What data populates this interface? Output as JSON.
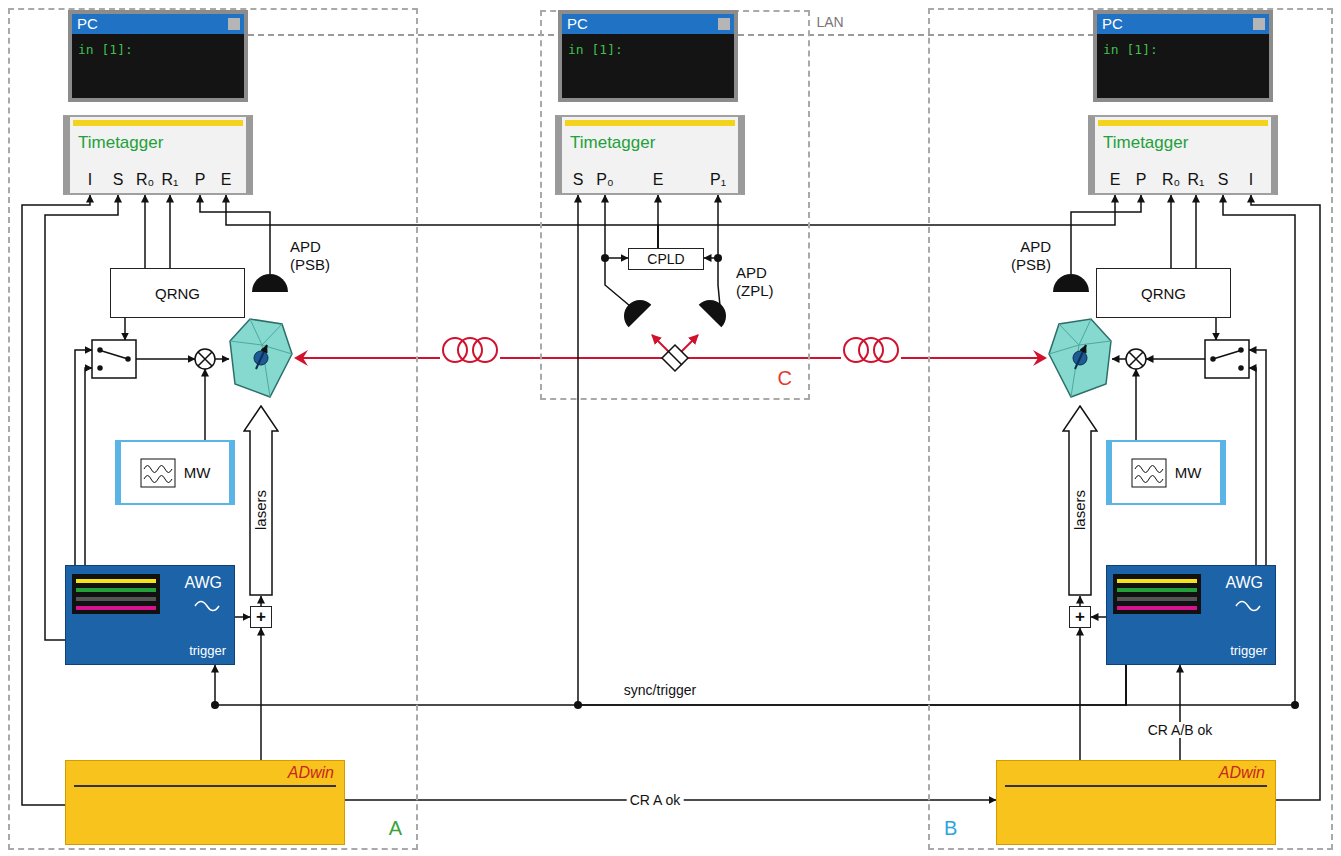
{
  "diagram": {
    "nodes": [
      {
        "text": [
          "A"
        ]
      },
      {
        "text": [
          "PC",
          "in [1]:"
        ],
        "in": 0
      },
      {
        "text": [
          "Timetagger",
          "I",
          "S",
          "R₀",
          "R₁",
          "P",
          "E"
        ],
        "in": 0
      },
      {
        "text": [
          "QRNG"
        ],
        "in": 0
      },
      {
        "text": [
          "MW"
        ],
        "in": 0
      },
      {
        "text": [
          "lasers"
        ],
        "in": 0
      },
      {
        "text": [
          "AWG",
          "trigger"
        ],
        "in": 0
      },
      {
        "text": [
          "+"
        ],
        "in": 0
      },
      {
        "text": [
          "ADwin"
        ],
        "in": 0
      },
      {
        "text": [
          "C"
        ]
      },
      {
        "text": [
          "PC",
          "in [1]:"
        ],
        "in": 9
      },
      {
        "text": [
          "Timetagger",
          "S",
          "P₀",
          "E",
          "P₁"
        ],
        "in": 9
      },
      {
        "text": [
          "CPLD"
        ],
        "in": 9
      },
      {
        "text": [
          "B"
        ]
      },
      {
        "text": [
          "PC",
          "in [1]:"
        ],
        "in": 13
      },
      {
        "text": [
          "Timetagger",
          "E",
          "P",
          "R₀",
          "R₁",
          "S",
          "I"
        ],
        "in": 13
      },
      {
        "text": [
          "QRNG"
        ],
        "in": 13
      },
      {
        "text": [
          "MW"
        ],
        "in": 13
      },
      {
        "text": [
          "lasers"
        ],
        "in": 13
      },
      {
        "text": [
          "AWG",
          "trigger"
        ],
        "in": 13
      },
      {
        "text": [
          "+"
        ],
        "in": 13
      },
      {
        "text": [
          "ADwin"
        ],
        "in": 13
      }
    ],
    "edges": [
      {
        "from": 1,
        "to": 10,
        "arrow": "none"
      },
      {
        "from": 10,
        "to": 14,
        "arrow": "none",
        "label": "LAN"
      },
      {
        "from": 3,
        "to": 2,
        "arrow": "to"
      },
      {
        "from": 3,
        "to": 2,
        "arrow": "to"
      },
      {
        "from": 8,
        "to": 2,
        "arrow": "to"
      },
      {
        "from": 6,
        "to": 2,
        "arrow": "to"
      },
      {
        "from": 6,
        "to": 7,
        "arrow": "to"
      },
      {
        "from": 8,
        "to": 7,
        "arrow": "to"
      },
      {
        "from": 7,
        "to": 5,
        "arrow": "to"
      },
      {
        "from": 8,
        "to": 21,
        "arrow": "to",
        "label": "CR A ok"
      },
      {
        "from": 12,
        "to": 11,
        "arrow": "to"
      },
      {
        "from": 12,
        "to": 2,
        "arrow": "to"
      },
      {
        "from": 12,
        "to": 15,
        "arrow": "to"
      },
      {
        "from": 19,
        "to": 6,
        "arrow": "to",
        "label": "sync/trigger"
      },
      {
        "from": 19,
        "to": 11,
        "arrow": "to"
      },
      {
        "from": 19,
        "to": 15,
        "arrow": "to"
      },
      {
        "from": 21,
        "to": 19,
        "arrow": "to",
        "label": "CR A/B ok"
      },
      {
        "from": 21,
        "to": 20,
        "arrow": "to"
      },
      {
        "from": 19,
        "to": 20,
        "arrow": "to"
      },
      {
        "from": 20,
        "to": 18,
        "arrow": "to"
      },
      {
        "from": 16,
        "to": 15,
        "arrow": "to"
      },
      {
        "from": 16,
        "to": 15,
        "arrow": "to"
      },
      {
        "from": 21,
        "to": 15,
        "arrow": "to"
      }
    ],
    "labels": [
      "APD (PSB)",
      "APD (ZPL)",
      "APD (PSB)"
    ]
  }
}
